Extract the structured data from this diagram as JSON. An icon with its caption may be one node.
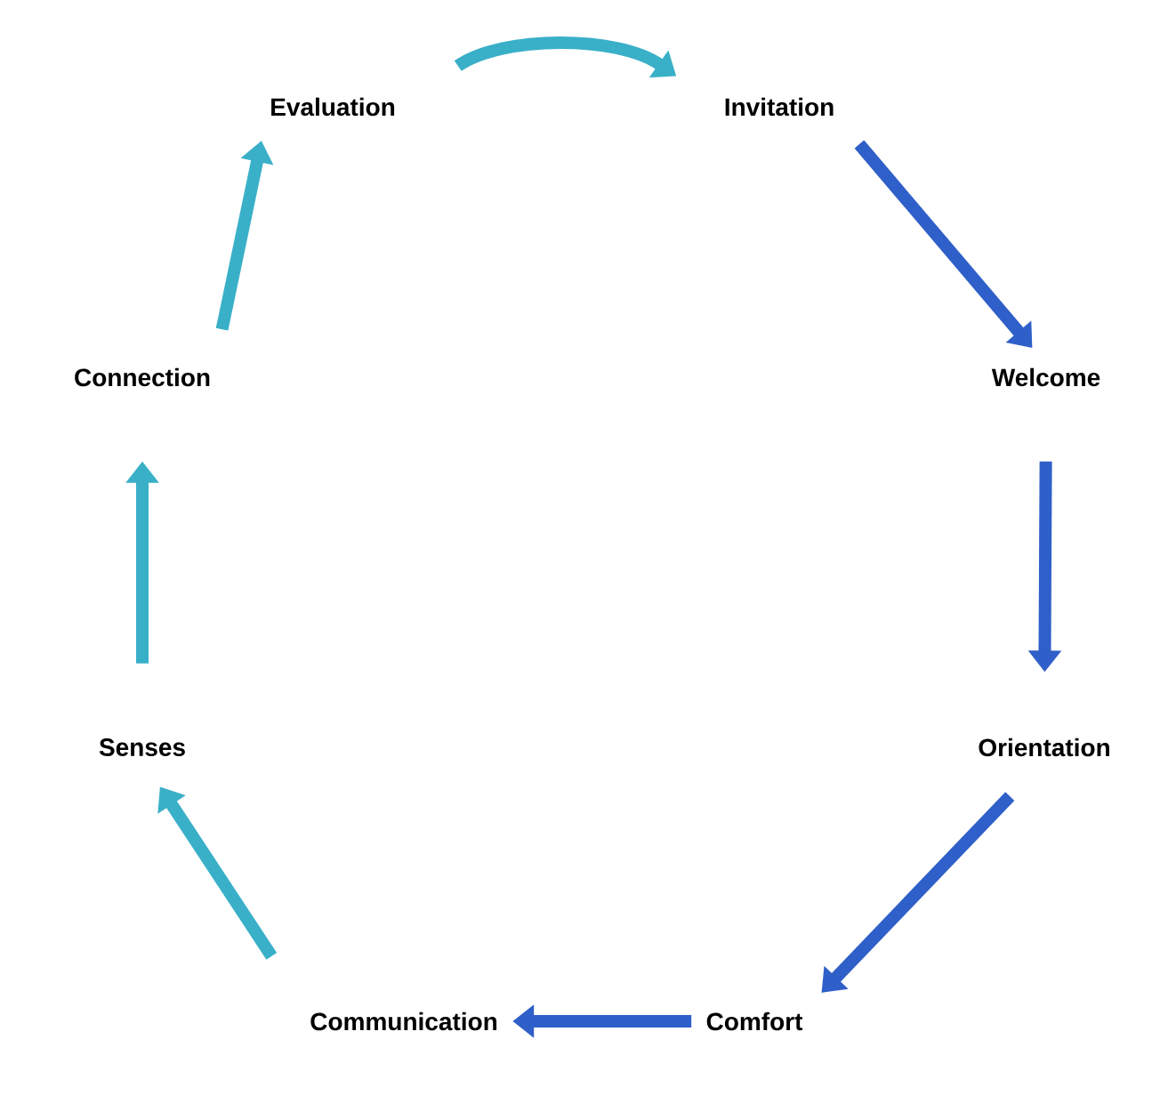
{
  "diagram": {
    "nodes": [
      {
        "text": [
          "Evaluation"
        ]
      },
      {
        "text": [
          "Invitation"
        ]
      },
      {
        "text": [
          "Welcome"
        ]
      },
      {
        "text": [
          "Orientation"
        ]
      },
      {
        "text": [
          "Comfort"
        ]
      },
      {
        "text": [
          "Communication"
        ]
      },
      {
        "text": [
          "Senses"
        ]
      },
      {
        "text": [
          "Connection"
        ]
      }
    ],
    "edges": [
      {
        "from": 0,
        "to": 1,
        "arrow": "to"
      },
      {
        "from": 1,
        "to": 2,
        "arrow": "to",
        "color": "#2f5fc8"
      },
      {
        "from": 2,
        "to": 3,
        "arrow": "to",
        "color": "#2f5fc8"
      },
      {
        "from": 3,
        "to": 4,
        "arrow": "to",
        "color": "#2f5fc8"
      },
      {
        "from": 4,
        "to": 5,
        "arrow": "to",
        "color": "#2f5fc8"
      },
      {
        "from": 5,
        "to": 6,
        "arrow": "to"
      },
      {
        "from": 6,
        "to": 7,
        "arrow": "to"
      },
      {
        "from": 7,
        "to": 0,
        "arrow": "to"
      }
    ]
  }
}
